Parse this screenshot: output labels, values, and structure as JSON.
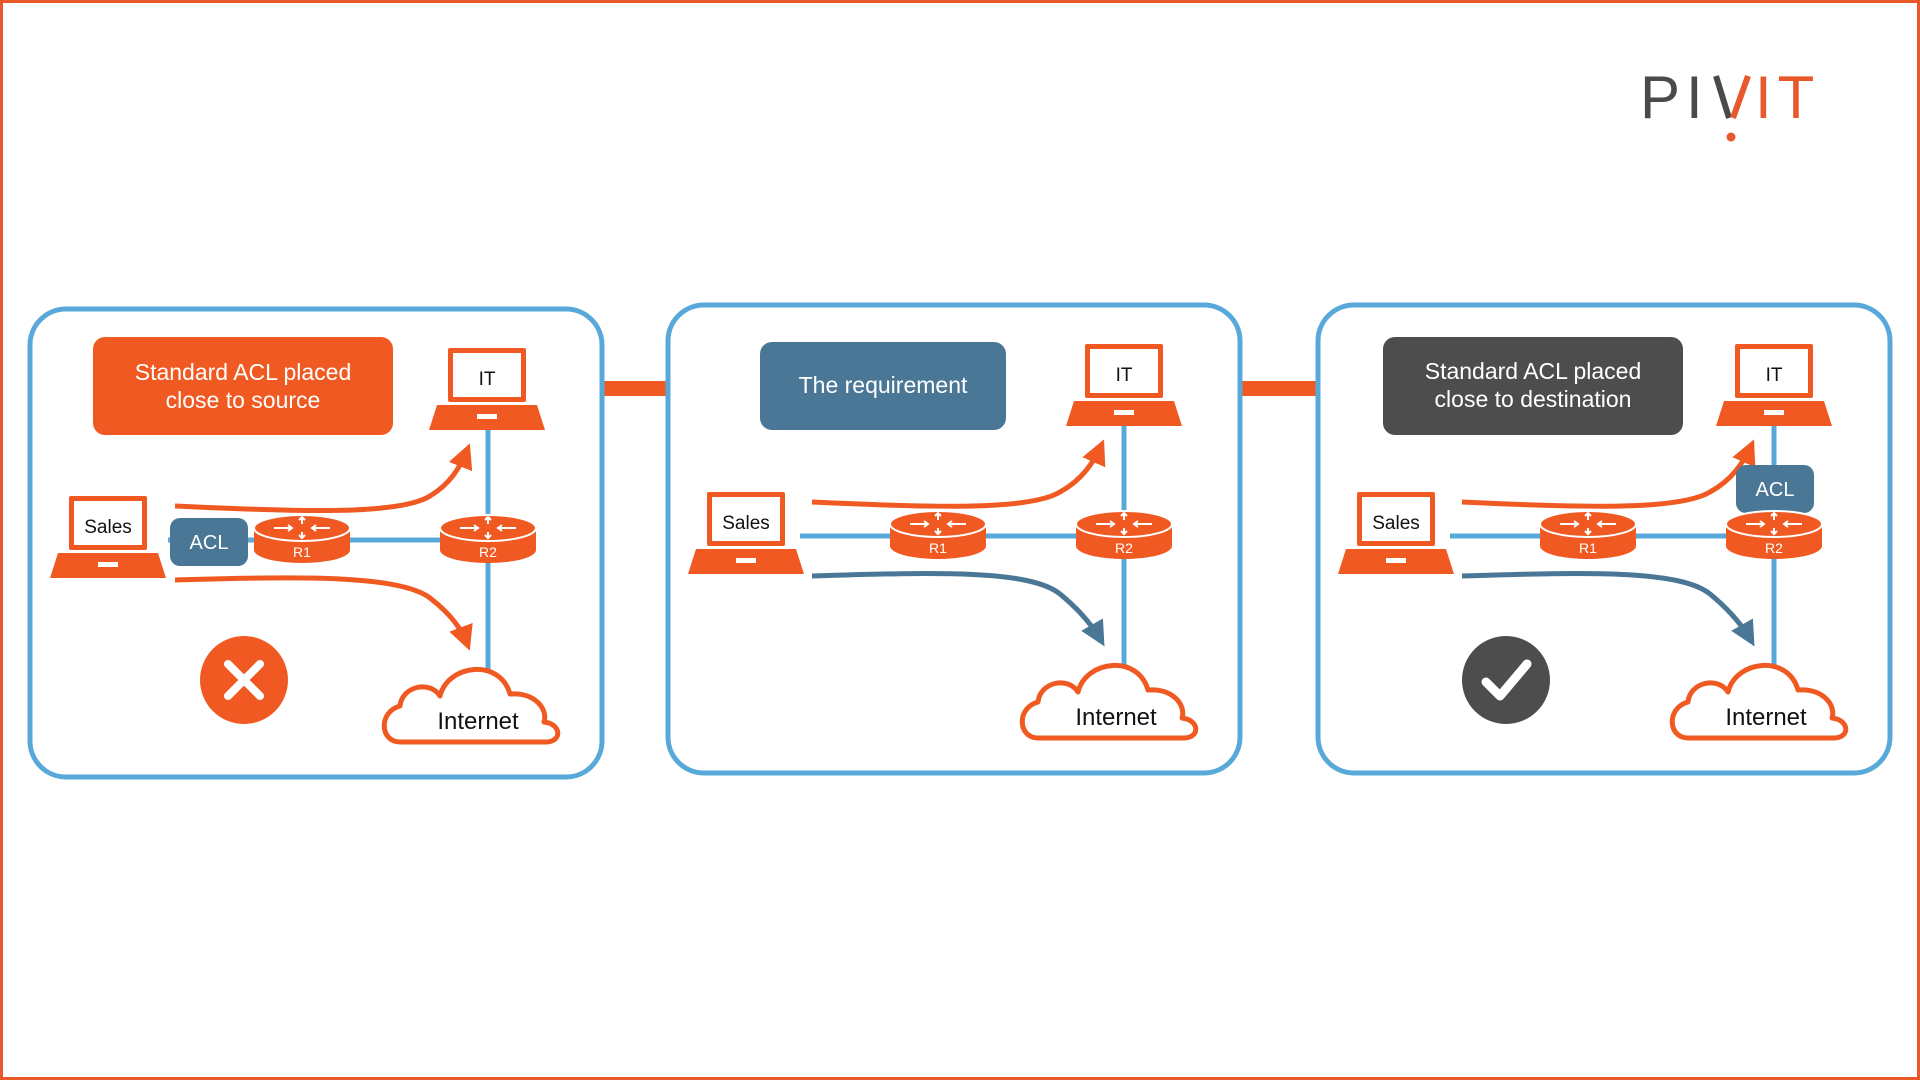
{
  "brand": {
    "logo_text": "PIVIT",
    "colors": {
      "dark": "#4a4a4a",
      "orange": "#e8582a"
    }
  },
  "colors": {
    "orange": "#f05a22",
    "blue_border": "#58a9da",
    "slate": "#4b7797",
    "dark": "#4d4d4d"
  },
  "panels": [
    {
      "id": "source",
      "header": {
        "line1": "Standard ACL placed",
        "line2": "close to source"
      },
      "header_color": "#f05a22",
      "sales_label": "Sales",
      "it_label": "IT",
      "r1_label": "R1",
      "r2_label": "R2",
      "internet_label": "Internet",
      "acl_label": "ACL",
      "acl_position": "between Sales and R1",
      "internet_flow_color": "orange",
      "status": "fail",
      "status_icon": "x-icon"
    },
    {
      "id": "requirement",
      "header": {
        "line1": "The requirement"
      },
      "header_color": "#4b7797",
      "sales_label": "Sales",
      "it_label": "IT",
      "r1_label": "R1",
      "r2_label": "R2",
      "internet_label": "Internet",
      "internet_flow_color": "slate"
    },
    {
      "id": "destination",
      "header": {
        "line1": "Standard ACL placed",
        "line2": "close to destination"
      },
      "header_color": "#4d4d4d",
      "sales_label": "Sales",
      "it_label": "IT",
      "r1_label": "R1",
      "r2_label": "R2",
      "internet_label": "Internet",
      "acl_label": "ACL",
      "acl_position": "between R2 and IT",
      "internet_flow_color": "slate",
      "status": "pass",
      "status_icon": "check-icon"
    }
  ],
  "arrows": [
    {
      "from": "requirement",
      "to": "source"
    },
    {
      "from": "requirement",
      "to": "destination"
    }
  ]
}
